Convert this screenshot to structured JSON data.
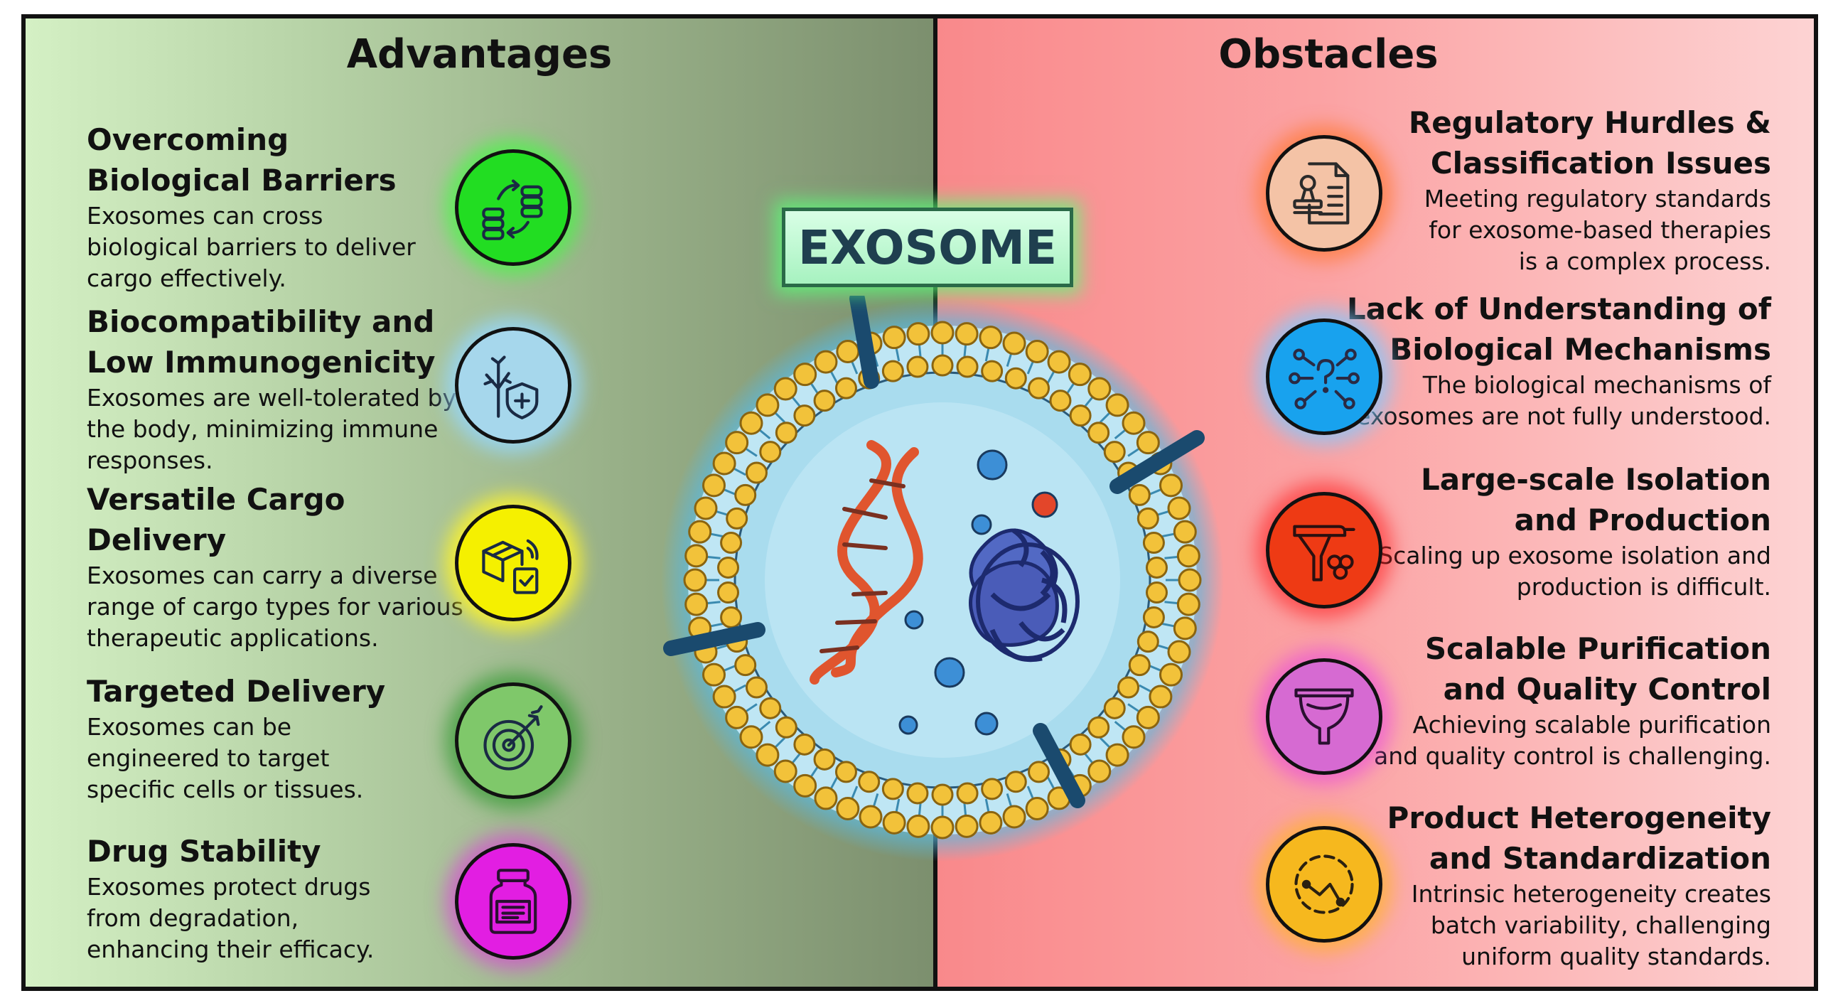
{
  "advantages": {
    "heading": "Advantages",
    "items": [
      {
        "title": "Overcoming\nBiological Barriers",
        "desc": "Exosomes can cross\nbiological barriers to deliver\ncargo effectively.",
        "icon": "server-transfer-icon",
        "color": "#22dd22"
      },
      {
        "title": "Biocompatibility and\nLow Immunogenicity",
        "desc": "Exosomes are well-tolerated by\nthe body, minimizing immune\nresponses.",
        "icon": "tree-shield-icon",
        "color": "#a6d7ec"
      },
      {
        "title": "Versatile Cargo\nDelivery",
        "desc": "Exosomes can carry a diverse\nrange of cargo types for various\ntherapeutic applications.",
        "icon": "package-delivery-icon",
        "color": "#f5f000"
      },
      {
        "title": "Targeted Delivery",
        "desc": "Exosomes can be\nengineered to target\nspecific cells or tissues.",
        "icon": "target-icon",
        "color": "#7fc86a"
      },
      {
        "title": "Drug Stability",
        "desc": "Exosomes protect drugs\nfrom degradation,\nenhancing their efficacy.",
        "icon": "medicine-jar-icon",
        "color": "#e21ee2"
      }
    ]
  },
  "obstacles": {
    "heading": "Obstacles",
    "items": [
      {
        "title": "Regulatory Hurdles &\nClassification Issues",
        "desc": "Meeting regulatory standards\nfor exosome-based therapies\nis a complex process.",
        "icon": "document-stamp-icon",
        "color": "#f4c3a6"
      },
      {
        "title": "Lack of Understanding of\nBiological Mechanisms",
        "desc": "The biological mechanisms of\nexosomes are not fully understood.",
        "icon": "question-network-icon",
        "color": "#18a2ee"
      },
      {
        "title": "Large-scale Isolation\nand Production",
        "desc": "Scaling up exosome isolation and\nproduction is difficult.",
        "icon": "pipette-cells-icon",
        "color": "#ee3a14"
      },
      {
        "title": "Scalable Purification\nand Quality Control",
        "desc": "Achieving scalable purification\nand quality control is challenging.",
        "icon": "filter-funnel-icon",
        "color": "#d66ad2"
      },
      {
        "title": "Product Heterogeneity\nand Standardization",
        "desc": "Intrinsic heterogeneity creates\nbatch variability, challenging\nuniform quality standards.",
        "icon": "variability-circle-icon",
        "color": "#f6b81e"
      }
    ]
  },
  "center": {
    "label": "EXOSOME"
  }
}
